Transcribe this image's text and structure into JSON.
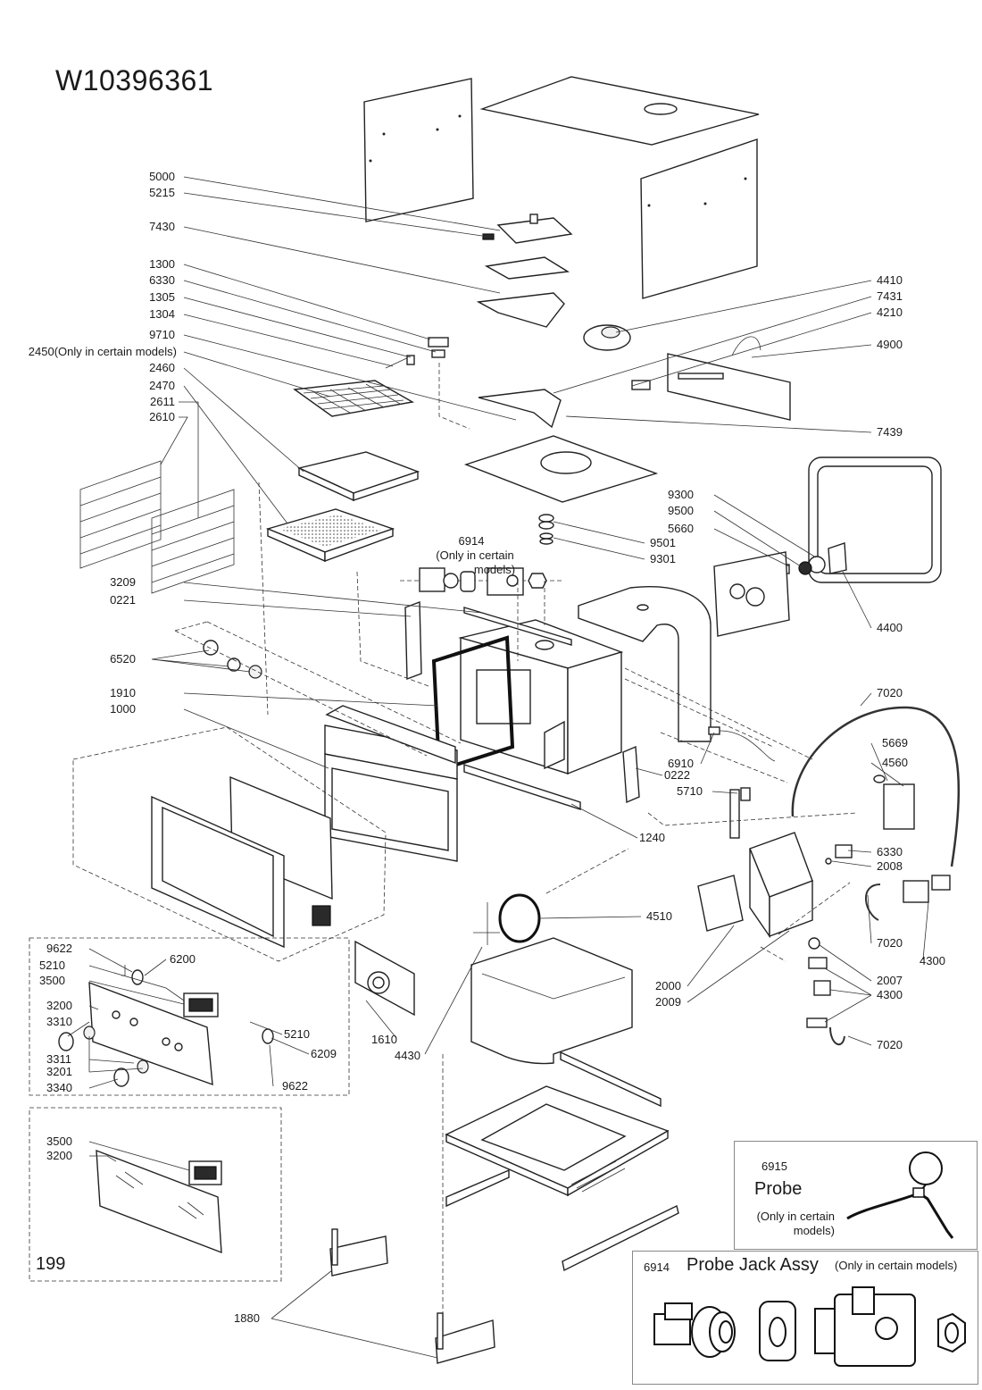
{
  "document": {
    "title": "W10396361",
    "group_label": "199"
  },
  "labels": {
    "l5000": "5000",
    "l5215": "5215",
    "l7430": "7430",
    "l1300": "1300",
    "l6330a": "6330",
    "l1305": "1305",
    "l1304": "1304",
    "l9710": "9710",
    "l2450": "2450(Only in certain models)",
    "l2460": "2460",
    "l2470": "2470",
    "l2611": "2611",
    "l2610": "2610",
    "l3209": "3209",
    "l0221": "0221",
    "l6520": "6520",
    "l1910": "1910",
    "l1000": "1000",
    "l4410": "4410",
    "l7431": "7431",
    "l4210": "4210",
    "l4900": "4900",
    "l7439": "7439",
    "l9300": "9300",
    "l9500": "9500",
    "l5660": "5660",
    "l9501": "9501",
    "l9301": "9301",
    "l4400": "4400",
    "l7020a": "7020",
    "l5669": "5669",
    "l4560": "4560",
    "l6910": "6910",
    "l0222": "0222",
    "l5710": "5710",
    "l1240": "1240",
    "l6330b": "6330",
    "l2008": "2008",
    "l4510": "4510",
    "l7020b": "7020",
    "l4300a": "4300",
    "l2000": "2000",
    "l2009": "2009",
    "l2007": "2007",
    "l4300b": "4300",
    "l7020c": "7020",
    "l1610": "1610",
    "l4430": "4430",
    "l9622a": "9622",
    "l6200": "6200",
    "l5210a": "5210",
    "l3500a": "3500",
    "l3200a": "3200",
    "l3310": "3310",
    "l5210b": "5210",
    "l6209": "6209",
    "l3311": "3311",
    "l3201": "3201",
    "l3340": "3340",
    "l9622b": "9622",
    "l3500b": "3500",
    "l3200b": "3200",
    "l1880": "1880",
    "l6914": "6914",
    "l6914_note1": "(Only in certain",
    "l6914_note2": "models)"
  },
  "probe_box": {
    "number": "6915",
    "title": "Probe",
    "note_line1": "(Only in certain",
    "note_line2": "models)"
  },
  "jack_box": {
    "number": "6914",
    "title": "Probe Jack Assy",
    "note": "(Only in certain models)"
  }
}
